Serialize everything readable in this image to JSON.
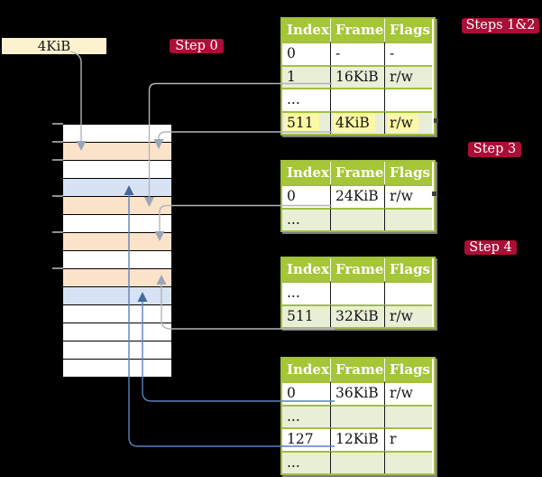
{
  "free_frame": {
    "label": "4KiB"
  },
  "badges": {
    "step0": "Step 0",
    "steps12": "Steps 1&2",
    "step3": "Step 3",
    "step4": "Step 4"
  },
  "memory": {
    "rows": [
      "#ffffff",
      "#fbe3c9",
      "#ffffff",
      "#d7e3f4",
      "#fbe3c9",
      "#ffffff",
      "#fbe3c9",
      "#ffffff",
      "#fbe3c9",
      "#d7e3f4",
      "#ffffff",
      "#ffffff",
      "#ffffff",
      "#ffffff"
    ]
  },
  "tables": [
    {
      "name": "page-table-steps-1-2",
      "headers": [
        "Index",
        "Frame",
        "Flags"
      ],
      "rows": [
        [
          "0",
          "-",
          "-"
        ],
        [
          "1",
          "16KiB",
          "r/w"
        ],
        [
          "...",
          "",
          ""
        ],
        [
          "511",
          "4KiB",
          "r/w"
        ]
      ],
      "highlighted_row": 3
    },
    {
      "name": "page-table-step-3",
      "headers": [
        "Index",
        "Frame",
        "Flags"
      ],
      "rows": [
        [
          "0",
          "24KiB",
          "r/w"
        ],
        [
          "...",
          "",
          ""
        ]
      ]
    },
    {
      "name": "page-table-step-4",
      "headers": [
        "Index",
        "Frame",
        "Flags"
      ],
      "rows": [
        [
          "...",
          "",
          ""
        ],
        [
          "511",
          "32KiB",
          "r/w"
        ]
      ]
    },
    {
      "name": "page-table-final",
      "headers": [
        "Index",
        "Frame",
        "Flags"
      ],
      "rows": [
        [
          "0",
          "36KiB",
          "r/w"
        ],
        [
          "...",
          "",
          ""
        ],
        [
          "127",
          "12KiB",
          "r"
        ],
        [
          "...",
          "",
          ""
        ]
      ]
    }
  ],
  "colors": {
    "background": "#000000",
    "label_bg": "#fcf2d0",
    "badge_bg": "#ab0e36",
    "badge_text": "#ffffff",
    "table_header_bg": "#a5c636",
    "table_border": "#a2bf3e",
    "row_green": "#e9efd6",
    "frame_orange": "#fbe3c9",
    "frame_blue": "#d7e3f4",
    "highlight_yellow": "#fcf8a4",
    "connector_gray": "#b2b5ba",
    "gray_arrow": "#9aa5b9",
    "connector_blue": "#5c81bf",
    "blue_arrow": "#46699e"
  }
}
